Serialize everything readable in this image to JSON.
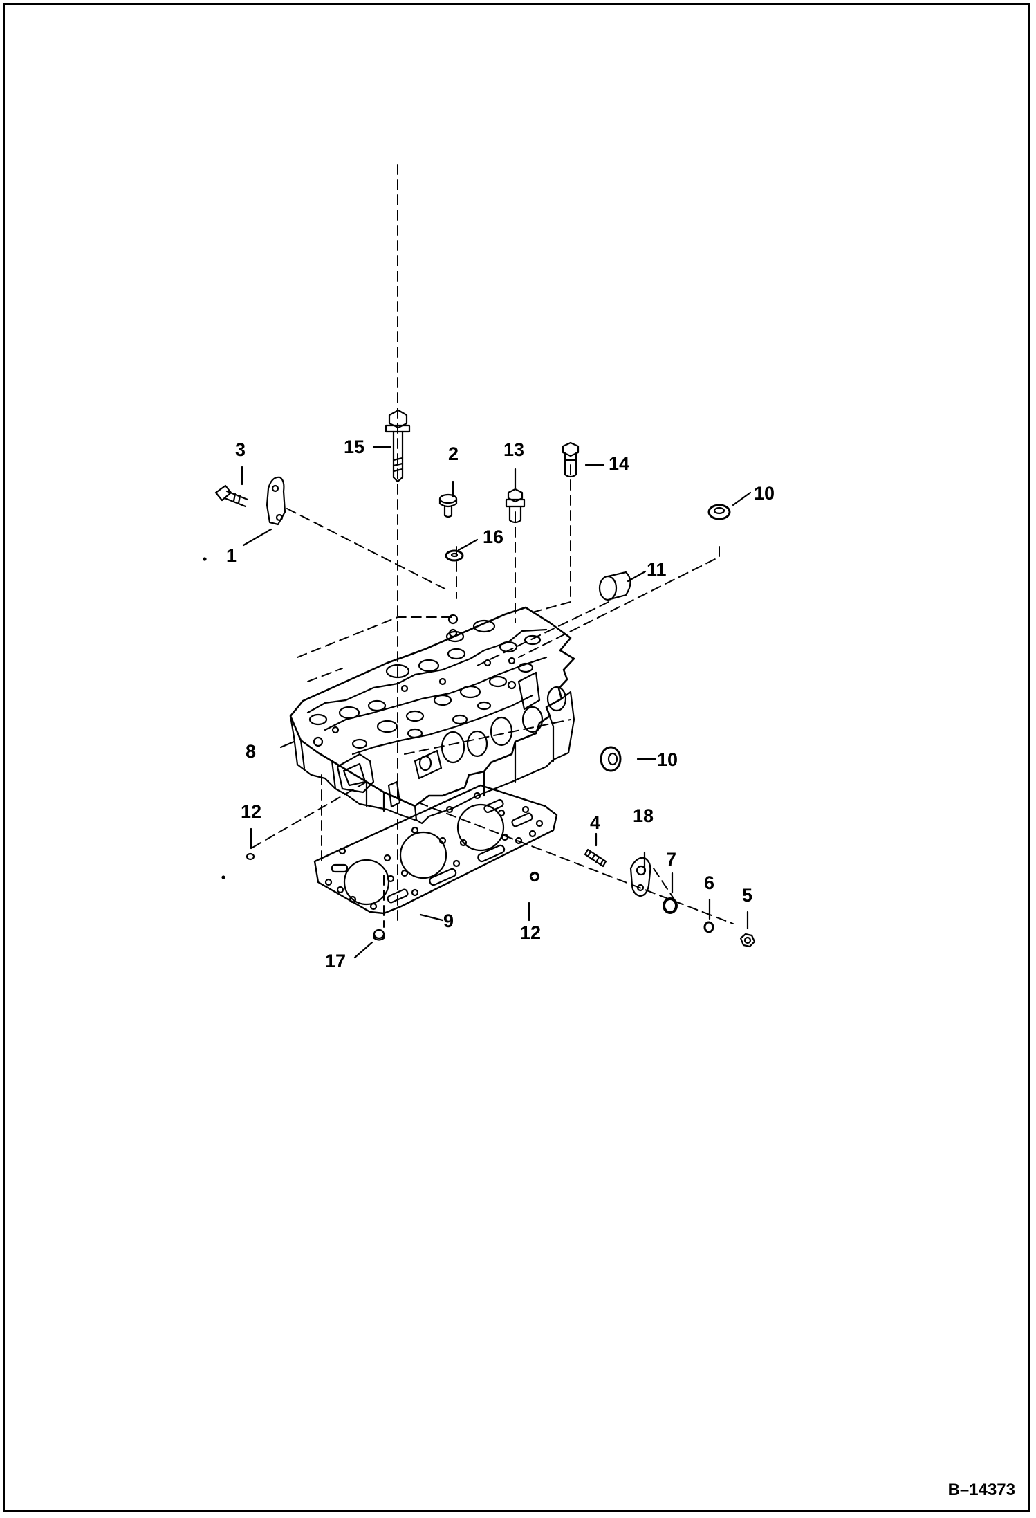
{
  "colors": {
    "ink": "#000000",
    "paper": "#ffffff"
  },
  "callouts": {
    "c1": "1",
    "c2": "2",
    "c3": "3",
    "c4": "4",
    "c5": "5",
    "c6": "6",
    "c7": "7",
    "c8": "8",
    "c9": "9",
    "c10a": "10",
    "c10b": "10",
    "c11": "11",
    "c12a": "12",
    "c12b": "12",
    "c13": "13",
    "c14": "14",
    "c15": "15",
    "c16": "16",
    "c17": "17",
    "c18": "18"
  },
  "drawing_number": "B–14373"
}
